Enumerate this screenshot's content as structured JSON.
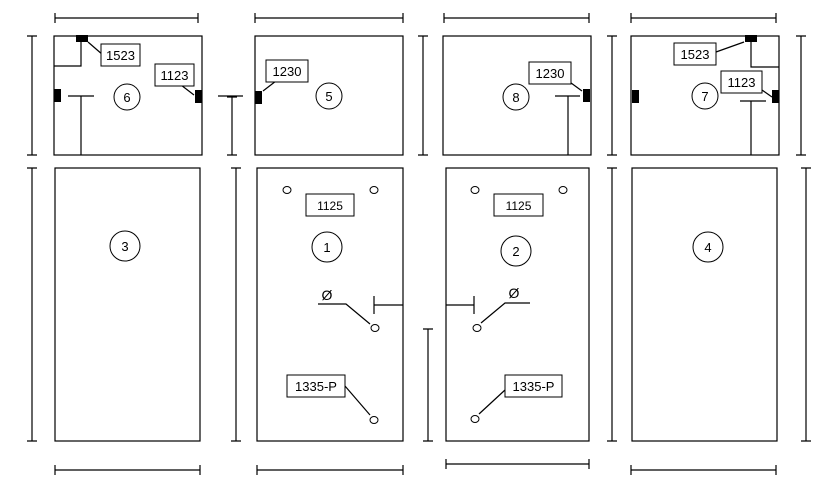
{
  "panels": {
    "p1": {
      "number": "1",
      "tag_top": "1125",
      "tag_bottom": "1335-P",
      "diameter_symbol": "Ø"
    },
    "p2": {
      "number": "2",
      "tag_top": "1125",
      "tag_bottom": "1335-P",
      "diameter_symbol": "Ø"
    },
    "p3": {
      "number": "3"
    },
    "p4": {
      "number": "4"
    },
    "p5": {
      "number": "5",
      "tag": "1230"
    },
    "p6": {
      "number": "6",
      "tag_top": "1523",
      "tag_side": "1123"
    },
    "p7": {
      "number": "7",
      "tag_top": "1523",
      "tag_side": "1123"
    },
    "p8": {
      "number": "8",
      "tag": "1230"
    }
  }
}
